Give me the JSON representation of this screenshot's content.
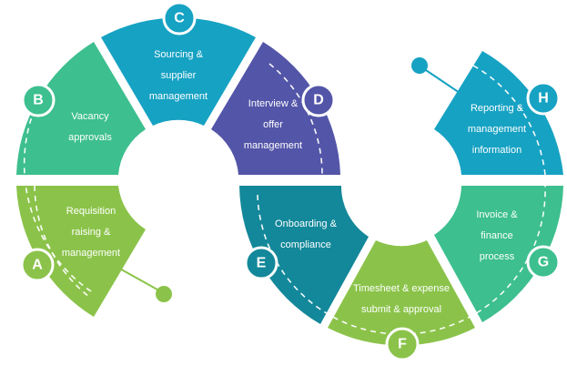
{
  "steps": [
    {
      "letter": "A",
      "lines": [
        "Requisition",
        "raising &",
        "management"
      ],
      "color": "#8bc34a"
    },
    {
      "letter": "B",
      "lines": [
        "Vacancy",
        "approvals"
      ],
      "color": "#3dbf8f"
    },
    {
      "letter": "C",
      "lines": [
        "Sourcing &",
        "supplier",
        "management"
      ],
      "color": "#16a2c3"
    },
    {
      "letter": "D",
      "lines": [
        "Interview &",
        "offer",
        "management"
      ],
      "color": "#5355a8"
    },
    {
      "letter": "E",
      "lines": [
        "Onboarding &",
        "compliance"
      ],
      "color": "#13889a"
    },
    {
      "letter": "F",
      "lines": [
        "Timesheet & expense",
        "submit & approval"
      ],
      "color": "#8bc34a"
    },
    {
      "letter": "G",
      "lines": [
        "Invoice &",
        "finance",
        "process"
      ],
      "color": "#3dbf8f"
    },
    {
      "letter": "H",
      "lines": [
        "Reporting &",
        "management",
        "information"
      ],
      "color": "#16a2c3"
    }
  ],
  "colors": {
    "start_dot": "#8bc34a",
    "end_dot": "#16a2c3",
    "background": "#ffffff"
  }
}
